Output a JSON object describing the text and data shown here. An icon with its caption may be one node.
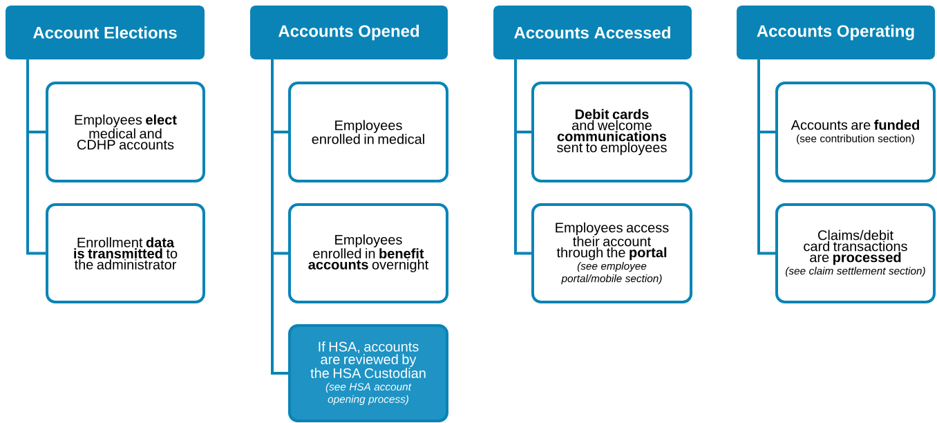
{
  "diagram": {
    "nodes": [
      {
        "text": [
          "Account Elections"
        ]
      },
      {
        "text": [
          "Employees **elect** medical and CDHP accounts"
        ]
      },
      {
        "text": [
          "Enrollment **data is transmitted** to the administrator"
        ]
      },
      {
        "text": [
          "Accounts Opened"
        ]
      },
      {
        "text": [
          "Employees enrolled in medical"
        ]
      },
      {
        "text": [
          "Employees enrolled in **benefit accounts** overnight"
        ]
      },
      {
        "text": [
          "If HSA, accounts are reviewed by the HSA Custodian",
          "(see HSA account opening process)"
        ]
      },
      {
        "text": [
          "Accounts Accessed"
        ]
      },
      {
        "text": [
          "**Debit cards** and welcome **communications** sent to employees"
        ]
      },
      {
        "text": [
          "Employees access their account through the **portal**",
          "(see employee portal/mobile section)"
        ]
      },
      {
        "text": [
          "Accounts Operating"
        ]
      },
      {
        "text": [
          "Accounts are **funded**",
          "(see contribution section)"
        ]
      },
      {
        "text": [
          "Claims/debit card transactions are **processed**",
          "(see claim settlement section)"
        ]
      }
    ],
    "edges": [
      {
        "from": 0,
        "to": 1,
        "arrow": "none"
      },
      {
        "from": 0,
        "to": 2,
        "arrow": "none"
      },
      {
        "from": 3,
        "to": 4,
        "arrow": "none"
      },
      {
        "from": 3,
        "to": 5,
        "arrow": "none"
      },
      {
        "from": 3,
        "to": 6,
        "arrow": "none"
      },
      {
        "from": 7,
        "to": 8,
        "arrow": "none"
      },
      {
        "from": 7,
        "to": 9,
        "arrow": "none"
      },
      {
        "from": 10,
        "to": 11,
        "arrow": "none"
      },
      {
        "from": 10,
        "to": 12,
        "arrow": "none"
      }
    ]
  }
}
